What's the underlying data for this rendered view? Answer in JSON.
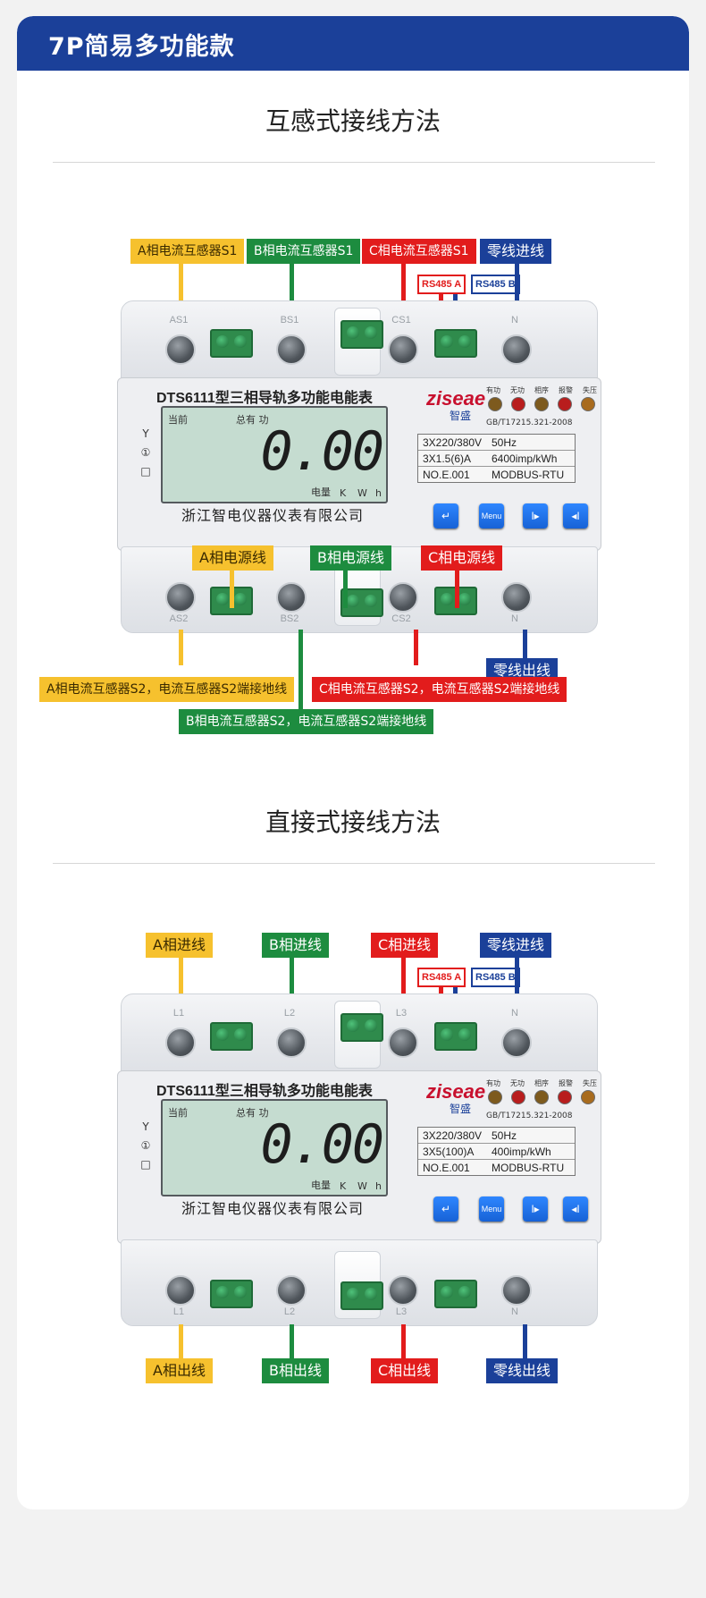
{
  "header": {
    "title": "7P简易多功能款"
  },
  "sections": [
    {
      "title": "互感式接线方法",
      "top_labels": [
        "A相电流互感器S1",
        "B相电流互感器S1",
        "C相电流互感器S1",
        "零线进线"
      ],
      "mid_labels": [
        "A相电源线",
        "B相电源线",
        "C相电源线"
      ],
      "bottom_labels": [
        "A相电流互感器S2，电流互感器S2端接地线",
        "B相电流互感器S2，电流互感器S2端接地线",
        "C相电流互感器S2，电流互感器S2端接地线",
        "零线出线"
      ],
      "terminal_top": [
        "AS1",
        "BS1",
        "CS1",
        "N"
      ],
      "terminal_bottom": [
        "AS2",
        "BS2",
        "CS2",
        "N"
      ],
      "spec": [
        [
          "3X220/380V",
          "50Hz"
        ],
        [
          "3X1.5(6)A",
          "6400imp/kWh"
        ],
        [
          "NO.E.001",
          "MODBUS-RTU"
        ]
      ]
    },
    {
      "title": "直接式接线方法",
      "top_labels": [
        "A相进线",
        "B相进线",
        "C相进线",
        "零线进线"
      ],
      "bottom_labels": [
        "A相出线",
        "B相出线",
        "C相出线",
        "零线出线"
      ],
      "terminal_top": [
        "L1",
        "L2",
        "L3",
        "N"
      ],
      "terminal_bottom": [
        "L1",
        "L2",
        "L3",
        "N"
      ],
      "spec": [
        [
          "3X220/380V",
          "50Hz"
        ],
        [
          "3X5(100)A",
          "400imp/kWh"
        ],
        [
          "NO.E.001",
          "MODBUS-RTU"
        ]
      ]
    }
  ],
  "rs485": {
    "a": "RS485 A",
    "b": "RS485 B"
  },
  "meter": {
    "model": "DTS6111",
    "model_desc": "型三相导轨多功能电能表",
    "brand": "ziseae",
    "brand_cn": "智盛",
    "led_labels": [
      "有功",
      "无功",
      "相序",
      "报警",
      "失压"
    ],
    "standard": "GB/T17215.321-2008",
    "lcd_left": "当前",
    "lcd_mid": "总有  功",
    "lcd_value": "0.00",
    "lcd_unit_label": "电量",
    "lcd_units": [
      "K",
      "W",
      "h"
    ],
    "company": "浙江智电仪器仪表有限公司",
    "buttons": [
      "↵",
      "Menu",
      "I▸",
      "◂I"
    ],
    "side_icons": [
      "Y",
      "①",
      "□"
    ]
  },
  "colors": {
    "header": "#1b4099",
    "yellow": "#f6c12e",
    "green": "#1d8c3f",
    "red": "#e21c1c",
    "blue": "#1b4099"
  }
}
